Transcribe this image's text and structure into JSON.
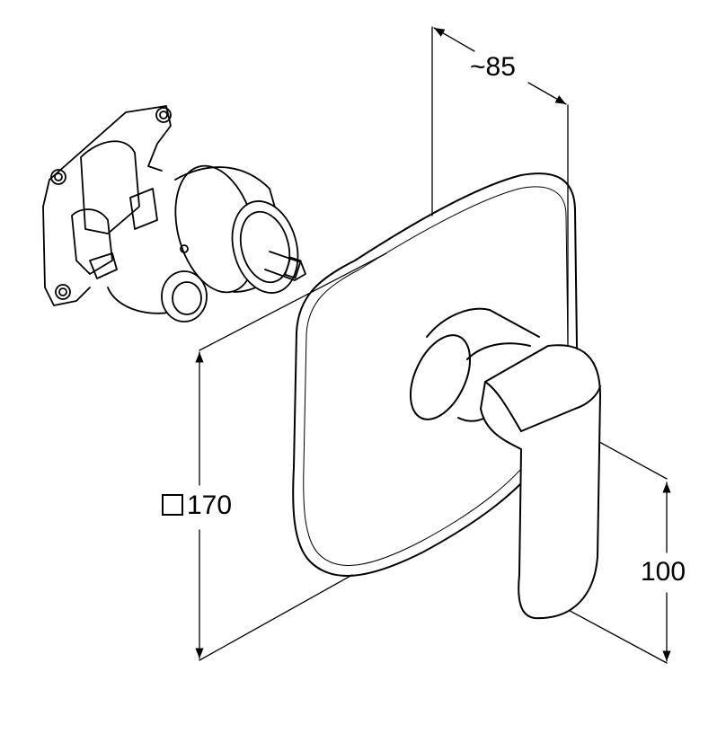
{
  "dimensions": {
    "depth_label": "~85",
    "plate_size_label": "170",
    "plate_size_symbol": "square",
    "handle_height_label": "100"
  },
  "colors": {
    "line": "#000000",
    "background": "#ffffff"
  }
}
